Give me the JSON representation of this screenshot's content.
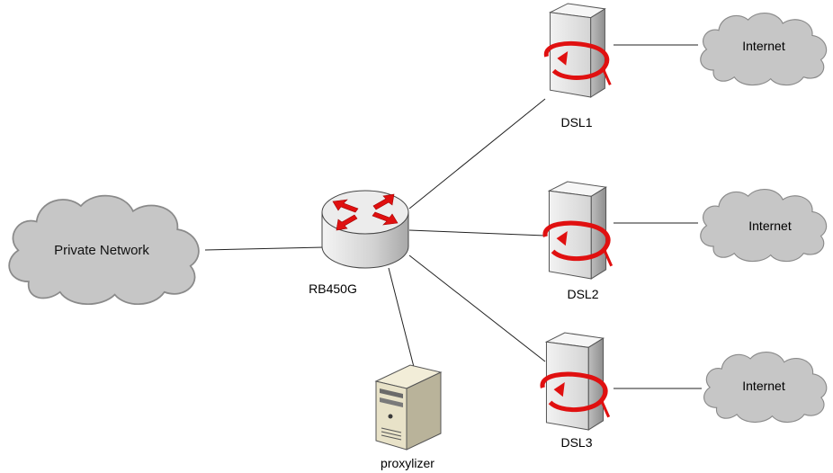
{
  "nodes": {
    "private_network": {
      "label": "Private Network"
    },
    "router": {
      "label": "RB450G"
    },
    "proxy": {
      "label": "proxylizer"
    },
    "dsl1": {
      "label": "DSL1"
    },
    "dsl2": {
      "label": "DSL2"
    },
    "dsl3": {
      "label": "DSL3"
    },
    "internet1": {
      "label": "Internet"
    },
    "internet2": {
      "label": "Internet"
    },
    "internet3": {
      "label": "Internet"
    }
  },
  "colors": {
    "cloud_fill": "#c6c6c6",
    "cloud_stroke": "#8a8a8a",
    "line": "#222222",
    "arrow_red": "#e01010",
    "router_body": "#d9d9d9",
    "tower_body": "#e4e4e4",
    "server_body": "#e8e2c8"
  },
  "icons": {
    "router": "router-icon",
    "modem": "modem-tower-icon",
    "server": "server-icon",
    "cloud": "cloud-icon"
  }
}
